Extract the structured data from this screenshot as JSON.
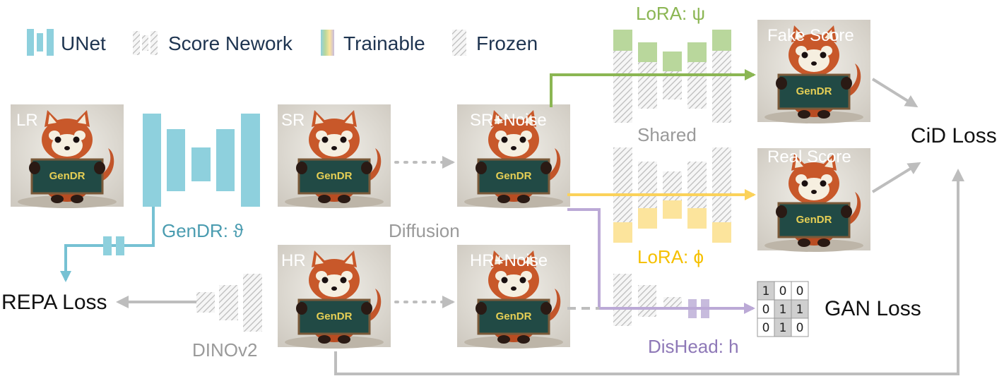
{
  "legend": {
    "unet": "UNet",
    "score_network": "Score Nework",
    "trainable": "Trainable",
    "frozen": "Frozen"
  },
  "images": {
    "lr": "LR",
    "sr": "SR",
    "sr_noise": "SR+Noise",
    "hr": "HR",
    "hr_noise": "HR+Noise",
    "fake_score": "Fake Score",
    "real_score": "Real Score",
    "sign_text": "GenDR"
  },
  "labels": {
    "gendr": "GenDR: ϑ",
    "diffusion": "Diffusion",
    "dinov2": "DINOv2",
    "lora_psi": "LoRA: ψ",
    "lora_phi": "LoRA: ϕ",
    "shared": "Shared",
    "dishead": "DisHead: h"
  },
  "losses": {
    "repa": "REPA Loss",
    "cid": "CiD Loss",
    "gan": "GAN Loss"
  },
  "gan_matrix": [
    [
      "1",
      "0",
      "0"
    ],
    [
      "0",
      "1",
      "1"
    ],
    [
      "0",
      "1",
      "0"
    ]
  ],
  "colors": {
    "unet": "#8ed0dd",
    "lora_psi": "#b9d79c",
    "lora_phi": "#fce49c",
    "dishead": "#c7bbdd",
    "arrow_gray": "#bdbdbd",
    "arrow_green": "#8bb653",
    "arrow_yellow": "#fbd25a",
    "arrow_purple": "#bba9d6",
    "arrow_blue": "#76c1d3",
    "text_green": "#8bb653",
    "text_yellow": "#f5c000",
    "text_purple": "#8e78b7",
    "text_teal": "#4a9cb0",
    "text_gray": "#9a9a9a"
  }
}
